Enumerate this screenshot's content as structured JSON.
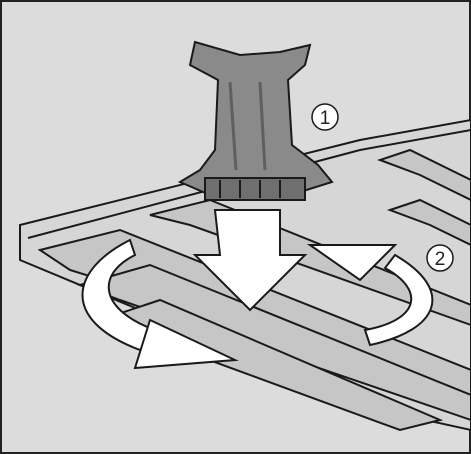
{
  "diagram": {
    "callouts": [
      {
        "id": 1,
        "label": "1"
      },
      {
        "id": 2,
        "label": "2"
      }
    ],
    "colors": {
      "background": "#dcdcdc",
      "rack": "#cfcfcf",
      "rack_dark": "#a9a9a9",
      "outline": "#1a1a1a",
      "knob": "#8a8a8a",
      "knob_dark": "#5f5f5f",
      "arrow_fill": "#ffffff"
    },
    "icons": [
      "push-down-arrow-icon",
      "rotate-arrow-icon",
      "knob-icon"
    ]
  }
}
